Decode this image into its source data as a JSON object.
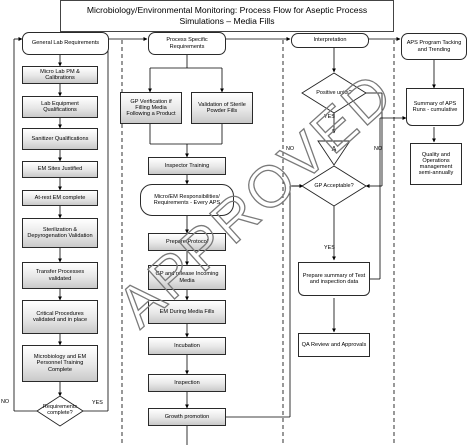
{
  "title": {
    "line1": "Microbiology/Environmental Monitoring: Process Flow for Aseptic Process",
    "line2": "Simulations – Media Fills"
  },
  "watermark": "APPROVED",
  "lanes": {
    "lab": "General Lab Requirements",
    "process": "Process Specific Requirements",
    "interp": "Interpretation",
    "aps": "APS Program Tacking and Trending"
  },
  "lab_steps": [
    "Micro Lab PM & Calibrations",
    "Lab Equipment Qualifications",
    "Sanitizer Qualifications",
    "EM Sites Justified",
    "At-rest EM complete",
    "Sterilization & Depyrogenation Validation",
    "Transfer Processes validated",
    "Critical Procedures validated and in place",
    "Microbiology and EM Personnel Training Complete"
  ],
  "lab_decision": "Requirements complete?",
  "process_steps": {
    "gp_verification": "GP Verification if Filling Media Following a Product",
    "validation_sterile": "Validation of Sterile Powder Fills",
    "inspector_training": "Inspector Training",
    "micro_em": "Micro/EM Responsibilities/ Requirements - Every APS",
    "prepare_protocol": "Prepare Protocol",
    "gp_release": "GP and release Incoming Media",
    "em_during": "EM During Media Fills",
    "incubation": "Incubation",
    "inspection": "Inspection",
    "growth_promotion": "Growth promotion"
  },
  "interp": {
    "positive": "Positive units?",
    "connector": "A",
    "gp_acceptable": "GP Acceptable?",
    "prepare_summary": "Prepare summary of Test and inspection data",
    "qa_review": "QA Review and Approvals"
  },
  "aps": {
    "summary": "Summary of APS Runs - cumulative",
    "quality": "Quality and Operations management semi-annually"
  },
  "flow_labels": {
    "yes": "YES",
    "no": "NO"
  },
  "colors": {
    "box_fill": "#d4d4d4",
    "line": "#000000",
    "watermark": "#7a7a7a"
  }
}
